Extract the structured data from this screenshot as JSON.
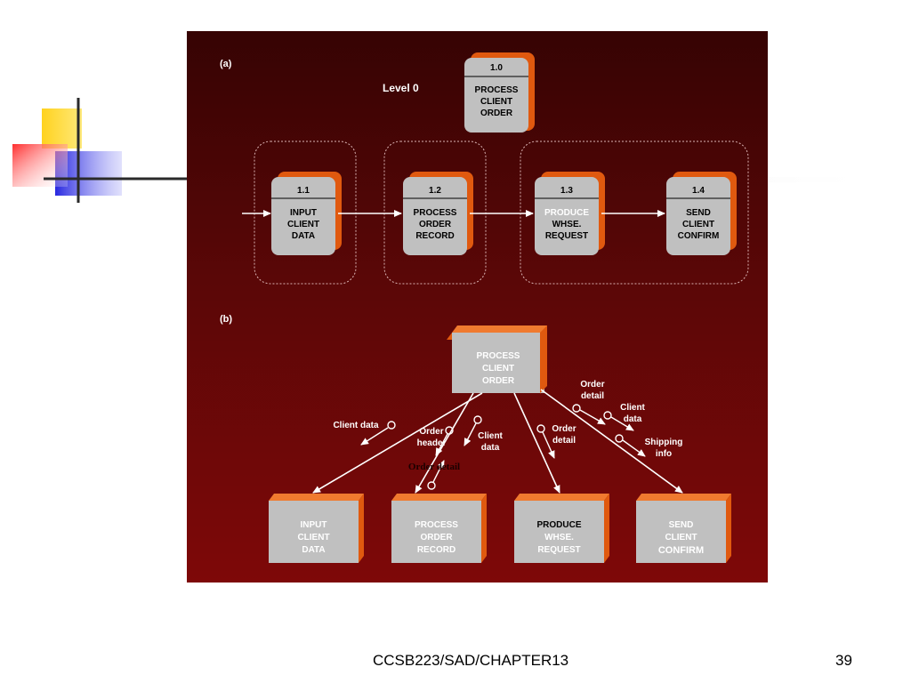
{
  "part_a": {
    "label": "(a)",
    "level_label": "Level 0",
    "top_process": {
      "number": "1.0",
      "text": "PROCESS\nCLIENT\nORDER"
    },
    "processes": [
      {
        "number": "1.1",
        "text": "INPUT\nCLIENT\nDATA",
        "white_text": false
      },
      {
        "number": "1.2",
        "text": "PROCESS\nORDER\nRECORD",
        "white_text": false
      },
      {
        "number": "1.3",
        "text": "PRODUCE",
        "text_rest": "WHSE.\nREQUEST",
        "white_text": true
      },
      {
        "number": "1.4",
        "text": "SEND\nCLIENT\nCONFIRM",
        "white_text": false
      }
    ]
  },
  "part_b": {
    "label": "(b)",
    "top_module": "PROCESS\nCLIENT\nORDER",
    "modules": [
      {
        "text": "INPUT\nCLIENT\nDATA",
        "dark": false
      },
      {
        "text": "PROCESS\nORDER\nRECORD",
        "dark": false
      },
      {
        "text": "PRODUCE",
        "text_rest": "WHSE.\nREQUEST",
        "dark": true
      },
      {
        "text": "SEND\nCLIENT",
        "text_rest": "CONFIRM",
        "dark": false
      }
    ],
    "flows": {
      "client_data_1": "Client data",
      "order_header": "Order\nheader",
      "client_data_2": "Client\ndata",
      "order_detail_overlap": "Order detail",
      "order_detail_1": "Order\ndetail",
      "order_detail_2": "Order\ndetail",
      "client_data_3": "Client\ndata",
      "shipping_info": "Shipping\ninfo"
    }
  },
  "footer": {
    "course": "CCSB223/SAD/CHAPTER13",
    "page": "39"
  },
  "colors": {
    "panel_top": "#360303",
    "panel_bottom": "#7e0808",
    "box_face": "#c0c0c0",
    "box_side": "#e0590f",
    "deco_yellow": "#ffd21e",
    "deco_blue": "#3232e6",
    "deco_red": "#ff3c3c"
  }
}
